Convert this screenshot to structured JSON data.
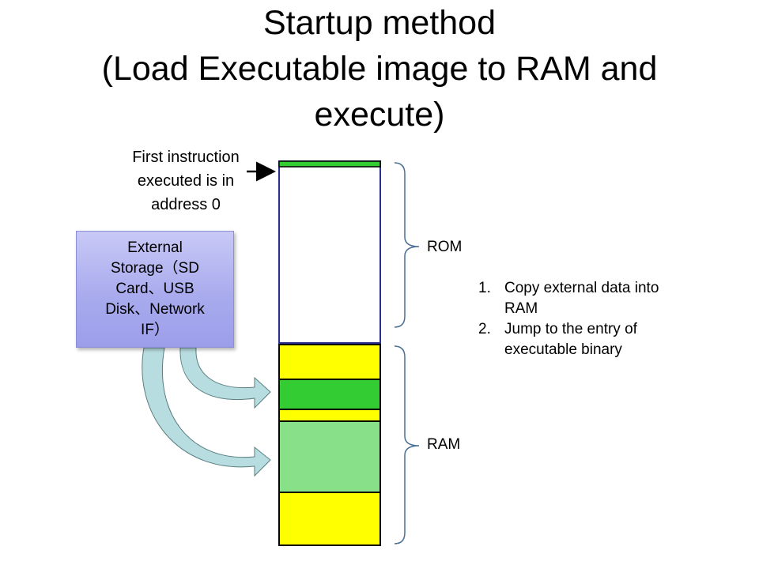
{
  "title": {
    "line1": "Startup method",
    "line2": "(Load Executable image to RAM and",
    "line3": "execute)"
  },
  "first_instruction_note": {
    "line1": "First instruction",
    "line2": "executed is in",
    "line3": "address 0"
  },
  "external_storage": {
    "line1": "External",
    "line2": "Storage（SD",
    "line3": "Card、USB",
    "line4": "Disk、Network",
    "line5": "IF）"
  },
  "memory_labels": {
    "rom": "ROM",
    "ram": "RAM"
  },
  "steps": [
    {
      "num": "1.",
      "line1": "Copy external data into",
      "line2": "RAM"
    },
    {
      "num": "2.",
      "line1": "Jump to the entry of",
      "line2": "executable binary"
    }
  ],
  "colors": {
    "rom_fill": "#ffffff",
    "rom_top_band": "#33cc33",
    "ram_yellow": "#ffff00",
    "ram_green_dark": "#33cc33",
    "ram_green_light": "#88e088",
    "outline": "#000000",
    "rom_outline": "#2a2f8f",
    "storage_box": "#a9abee",
    "curved_arrow": "#b8dde0"
  },
  "icons": {
    "pointer_arrow": "right-arrow-icon",
    "curved_arrows": "curved-arrow-icon"
  }
}
